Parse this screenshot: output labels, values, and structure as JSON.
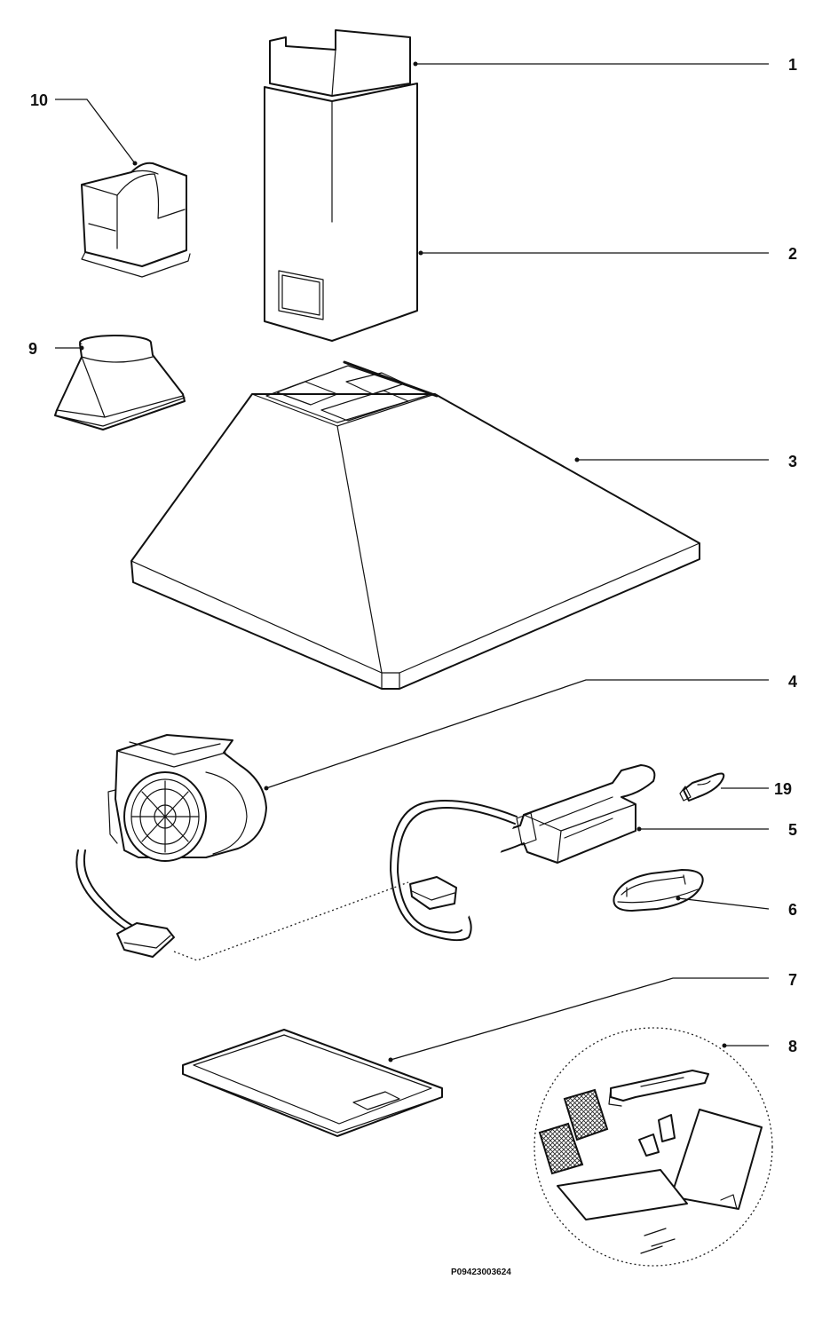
{
  "callouts": [
    {
      "id": "1",
      "label": "1"
    },
    {
      "id": "2",
      "label": "2"
    },
    {
      "id": "3",
      "label": "3"
    },
    {
      "id": "4",
      "label": "4"
    },
    {
      "id": "5",
      "label": "5"
    },
    {
      "id": "6",
      "label": "6"
    },
    {
      "id": "7",
      "label": "7"
    },
    {
      "id": "8",
      "label": "8"
    },
    {
      "id": "9",
      "label": "9"
    },
    {
      "id": "10",
      "label": "10"
    },
    {
      "id": "19",
      "label": "19"
    }
  ],
  "document_number": "P09423003624",
  "colors": {
    "line": "#111111",
    "background": "#ffffff"
  }
}
